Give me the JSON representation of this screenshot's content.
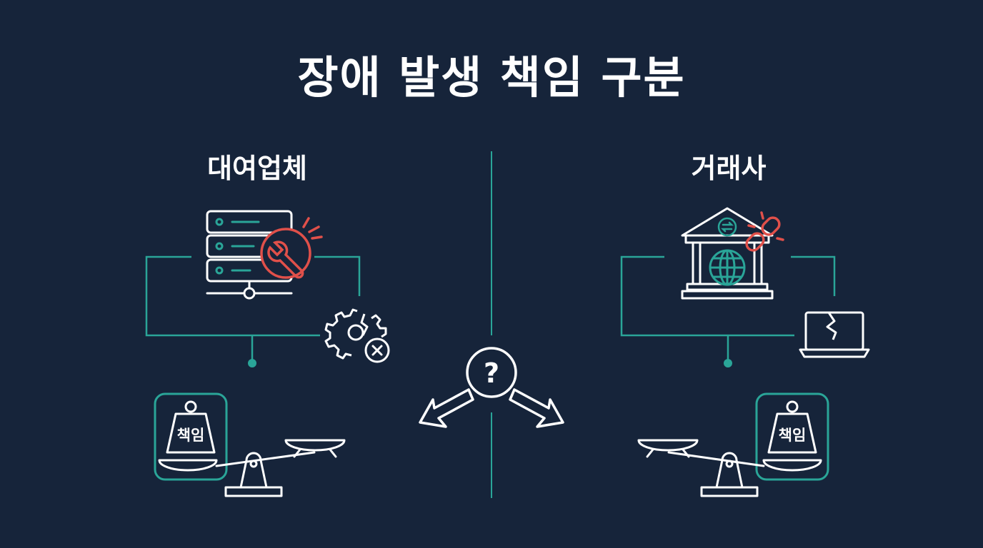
{
  "title": "장애 발생 책임 구분",
  "left": {
    "label": "대여업체",
    "weight_label": "책임"
  },
  "right": {
    "label": "거래사",
    "weight_label": "책임"
  },
  "center": {
    "symbol": "?"
  },
  "colors": {
    "background": "#16243a",
    "line": "#ffffff",
    "teal": "#2aa598",
    "red": "#e0504a"
  },
  "icons": [
    "server-icon",
    "wrench-icon",
    "broken-gear-icon",
    "cancel-icon",
    "bank-icon",
    "globe-icon",
    "broken-link-icon",
    "broken-laptop-icon",
    "scale-icon",
    "weight-icon",
    "question-icon",
    "arrow-icon"
  ]
}
